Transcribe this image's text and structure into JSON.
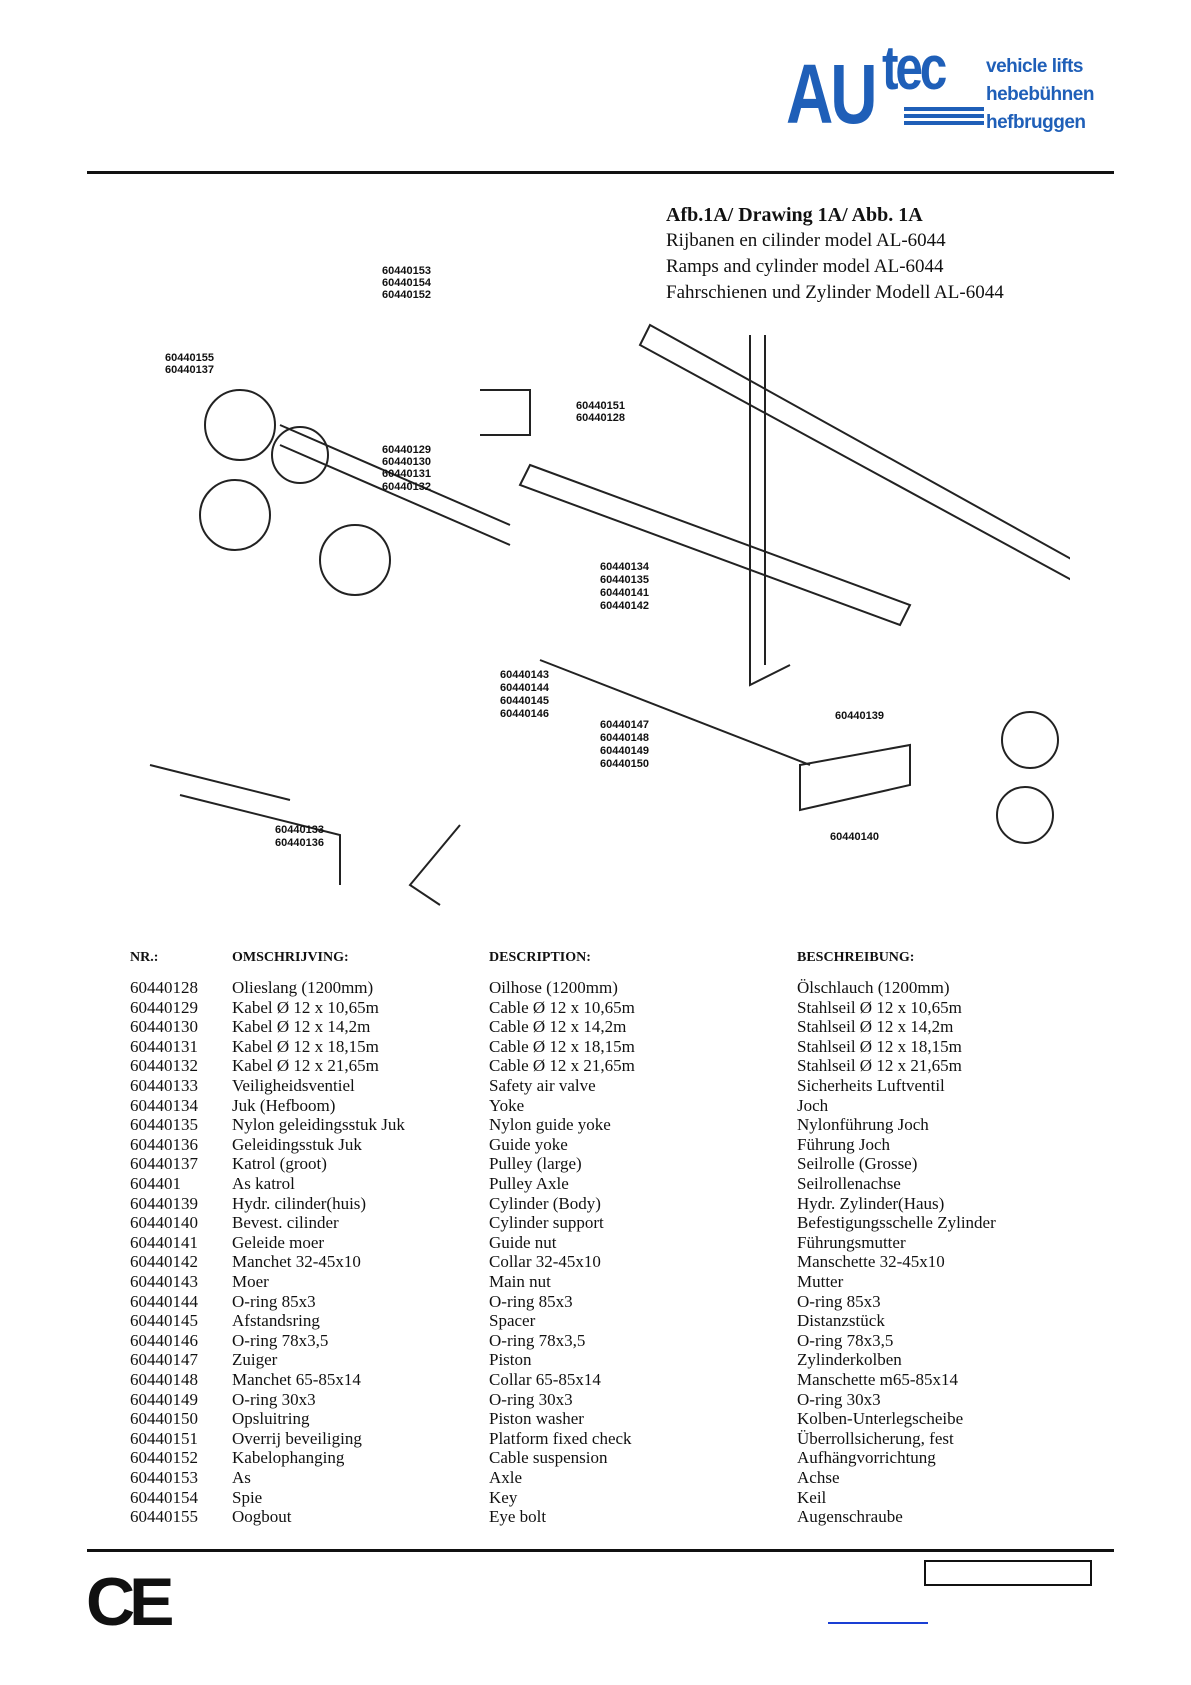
{
  "logo": {
    "au": "AU",
    "tec": "tec",
    "tag1": "vehicle lifts",
    "tag2": "hebebühnen",
    "tag3": "hefbruggen",
    "color": "#1f5fb8"
  },
  "drawing": {
    "title": "Afb.1A/ Drawing 1A/ Abb. 1A",
    "line_nl": "Rijbanen en cilinder model AL-6044",
    "line_en": "Ramps and cylinder model AL-6044",
    "line_de": "Fahrschienen und Zylinder Modell AL-6044",
    "labels": [
      "60440153",
      "60440154",
      "60440152",
      "60440155",
      "60440137",
      "60440151",
      "60440128",
      "60440129",
      "60440130",
      "60440131",
      "60440132",
      "60440134",
      "60440135",
      "60440141",
      "60440142",
      "60440143",
      "60440144",
      "60440145",
      "60440146",
      "60440147",
      "60440148",
      "60440149",
      "60440150",
      "60440139",
      "60440133",
      "60440136",
      "60440140"
    ]
  },
  "table": {
    "headers": {
      "nr": "NR.:",
      "nl": "OMSCHRIJVING:",
      "en": "DESCRIPTION:",
      "de": "BESCHREIBUNG:"
    },
    "rows": [
      [
        "60440128",
        "Olieslang (1200mm)",
        "Oilhose (1200mm)",
        "Ölschlauch (1200mm)"
      ],
      [
        "60440129",
        "Kabel Ø 12 x 10,65m",
        "Cable Ø 12 x 10,65m",
        "Stahlseil Ø 12 x 10,65m"
      ],
      [
        "60440130",
        "Kabel Ø 12 x 14,2m",
        "Cable Ø 12 x 14,2m",
        "Stahlseil Ø 12 x 14,2m"
      ],
      [
        "60440131",
        "Kabel Ø 12 x 18,15m",
        "Cable Ø 12 x 18,15m",
        "Stahlseil Ø 12 x 18,15m"
      ],
      [
        "60440132",
        "Kabel Ø 12 x 21,65m",
        "Cable Ø 12 x 21,65m",
        "Stahlseil Ø 12 x 21,65m"
      ],
      [
        "60440133",
        "Veiligheidsventiel",
        "Safety air valve",
        "Sicherheits Luftventil"
      ],
      [
        "60440134",
        "Juk (Hefboom)",
        "Yoke",
        "Joch"
      ],
      [
        "60440135",
        "Nylon geleidingsstuk Juk",
        "Nylon guide yoke",
        "Nylonführung Joch"
      ],
      [
        "60440136",
        "Geleidingsstuk Juk",
        "Guide yoke",
        "Führung Joch"
      ],
      [
        "60440137",
        "Katrol (groot)",
        "Pulley (large)",
        "Seilrolle (Grosse)"
      ],
      [
        "604401",
        "As katrol",
        "Pulley Axle",
        "Seilrollenachse"
      ],
      [
        "60440139",
        "Hydr. cilinder(huis)",
        "Cylinder (Body)",
        "Hydr. Zylinder(Haus)"
      ],
      [
        "60440140",
        "Bevest. cilinder",
        "Cylinder support",
        "Befestigungsschelle Zylinder"
      ],
      [
        "60440141",
        "Geleide moer",
        "Guide nut",
        "Führungsmutter"
      ],
      [
        "60440142",
        "Manchet 32-45x10",
        "Collar 32-45x10",
        "Manschette 32-45x10"
      ],
      [
        "60440143",
        "Moer",
        "Main nut",
        "Mutter"
      ],
      [
        "60440144",
        "O-ring 85x3",
        "O-ring 85x3",
        "O-ring 85x3"
      ],
      [
        "60440145",
        "Afstandsring",
        "Spacer",
        "Distanzstück"
      ],
      [
        "60440146",
        "O-ring 78x3,5",
        "O-ring 78x3,5",
        "O-ring 78x3,5"
      ],
      [
        "60440147",
        "Zuiger",
        "Piston",
        "Zylinderkolben"
      ],
      [
        "60440148",
        "Manchet 65-85x14",
        "Collar 65-85x14",
        "Manschette m65-85x14"
      ],
      [
        "60440149",
        "O-ring 30x3",
        "O-ring 30x3",
        "O-ring 30x3"
      ],
      [
        "60440150",
        "Opsluitring",
        "Piston washer",
        "Kolben-Unterlegscheibe"
      ],
      [
        "60440151",
        "Overrij beveiliging",
        "Platform fixed check",
        "Überrollsicherung, fest"
      ],
      [
        "60440152",
        "Kabelophanging",
        "Cable suspension",
        "Aufhängvorrichtung"
      ],
      [
        "60440153",
        "As",
        "Axle",
        "Achse"
      ],
      [
        "60440154",
        "Spie",
        "Key",
        "Keil"
      ],
      [
        "60440155",
        "Oogbout",
        "Eye bolt",
        "Augenschraube"
      ]
    ]
  },
  "footer": {
    "ce_mark": "CE"
  }
}
